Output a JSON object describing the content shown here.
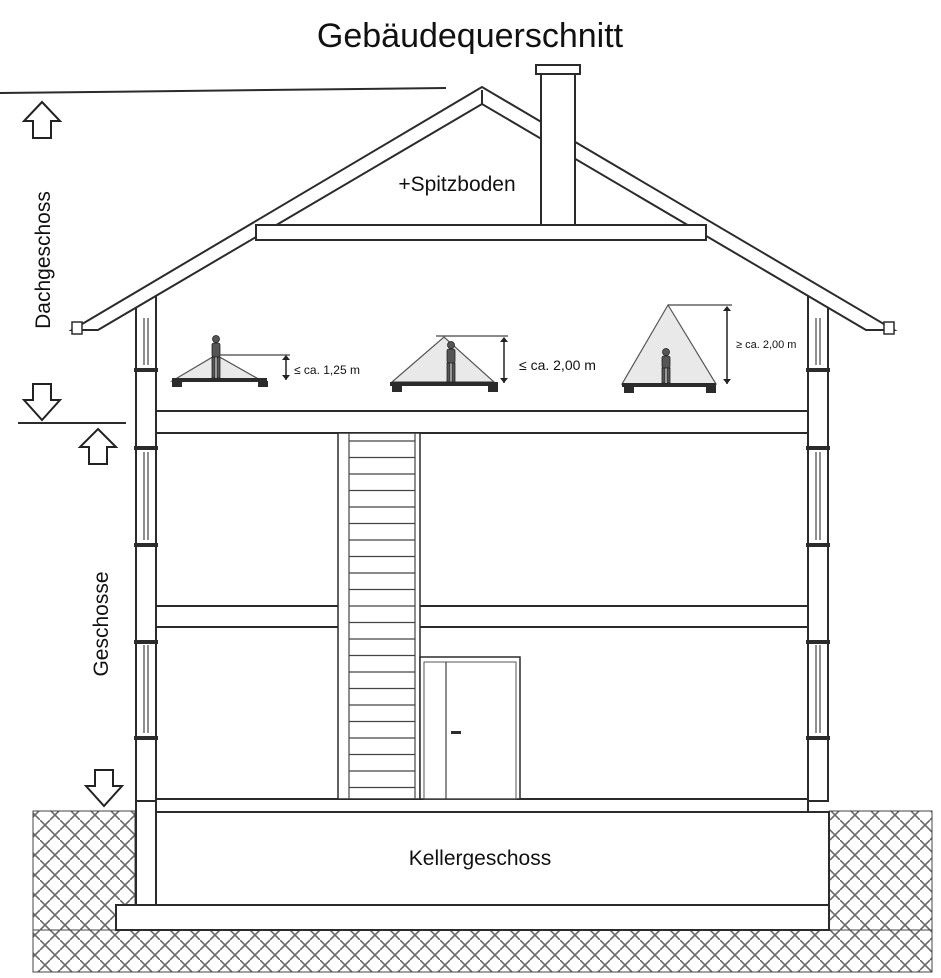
{
  "title": "Gebäudequerschnitt",
  "labels": {
    "attic_top": "+Spitzboden",
    "roof_floor": "Dachgeschoss",
    "floors": "Geschosse",
    "basement": "Kellergeschoss"
  },
  "heights": {
    "low": "≤ ca. 1,25 m",
    "mid": "≤ ca. 2,00 m",
    "high": "≥ ca. 2,00 m"
  },
  "icons": {
    "arrow_up": "arrow-up-icon",
    "arrow_down": "arrow-down-icon",
    "person": "person-icon"
  }
}
